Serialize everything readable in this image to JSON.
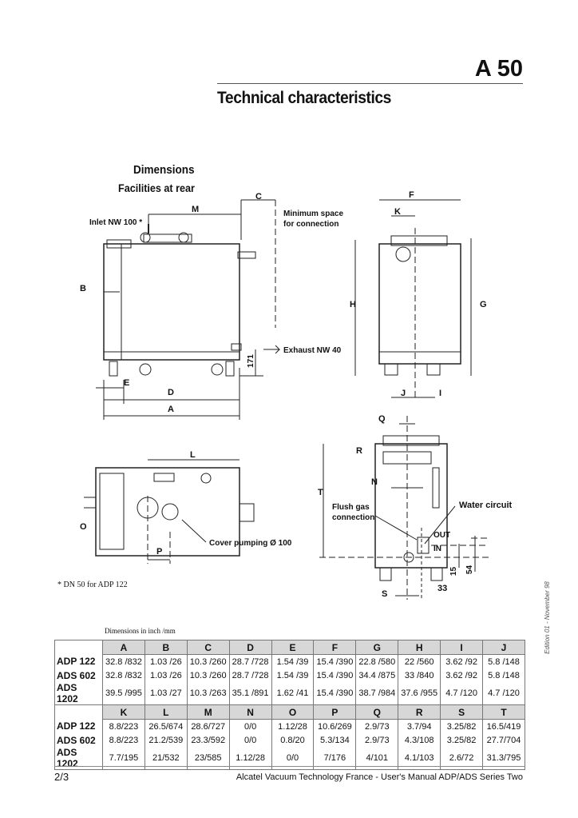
{
  "header": {
    "model": "A 50",
    "title": "Technical characteristics"
  },
  "section": {
    "heading": "Dimensions",
    "subheading": "Facilities at rear"
  },
  "diagram": {
    "callouts": {
      "inlet": "Inlet NW 100 *",
      "min_space_1": "Minimum space",
      "min_space_2": "for connection",
      "exhaust": "Exhaust NW 40",
      "cover": "Cover pumping Ø 100",
      "flush_1": "Flush gas",
      "flush_2": "connection",
      "water": "Water circuit",
      "out": "OUT",
      "in": "IN",
      "d15": "15",
      "d54": "54",
      "d33": "33",
      "d171": "171"
    },
    "letters": {
      "A": "A",
      "B": "B",
      "C": "C",
      "D": "D",
      "E": "E",
      "F": "F",
      "G": "G",
      "H": "H",
      "I": "I",
      "J": "J",
      "K": "K",
      "L": "L",
      "M": "M",
      "N": "N",
      "O": "O",
      "P": "P",
      "Q": "Q",
      "R": "R",
      "S": "S",
      "T": "T"
    }
  },
  "note": "* DN 50 for ADP 122",
  "table": {
    "caption": "Dimensions in inch /mm",
    "header1": [
      "A",
      "B",
      "C",
      "D",
      "E",
      "F",
      "G",
      "H",
      "I",
      "J"
    ],
    "rows1": [
      {
        "model": "ADP 122",
        "values": [
          "32.8 /832",
          "1.03 /26",
          "10.3 /260",
          "28.7 /728",
          "1.54 /39",
          "15.4 /390",
          "22.8 /580",
          "22 /560",
          "3.62 /92",
          "5.8 /148"
        ]
      },
      {
        "model": "ADS 602",
        "values": [
          "32.8 /832",
          "1.03 /26",
          "10.3 /260",
          "28.7 /728",
          "1.54 /39",
          "15.4 /390",
          "34.4 /875",
          "33 /840",
          "3.62 /92",
          "5.8 /148"
        ]
      },
      {
        "model": "ADS 1202",
        "values": [
          "39.5 /995",
          "1.03 /27",
          "10.3 /263",
          "35.1 /891",
          "1.62 /41",
          "15.4 /390",
          "38.7 /984",
          "37.6 /955",
          "4.7 /120",
          "4.7 /120"
        ]
      }
    ],
    "header2": [
      "K",
      "L",
      "M",
      "N",
      "O",
      "P",
      "Q",
      "R",
      "S",
      "T"
    ],
    "rows2": [
      {
        "model": "ADP 122",
        "values": [
          "8.8/223",
          "26.5/674",
          "28.6/727",
          "0/0",
          "1.12/28",
          "10.6/269",
          "2.9/73",
          "3.7/94",
          "3.25/82",
          "16.5/419"
        ]
      },
      {
        "model": "ADS 602",
        "values": [
          "8.8/223",
          "21.2/539",
          "23.3/592",
          "0/0",
          "0.8/20",
          "5.3/134",
          "2.9/73",
          "4.3/108",
          "3.25/82",
          "27.7/704"
        ]
      },
      {
        "model": "ADS 1202",
        "values": [
          "7.7/195",
          "21/532",
          "23/585",
          "1.12/28",
          "0/0",
          "7/176",
          "4/101",
          "4.1/103",
          "2.6/72",
          "31.3/795"
        ]
      }
    ]
  },
  "edition": "Edition 01 - November 98",
  "footer": {
    "page": "2/3",
    "text": "Alcatel Vacuum Technology France - User's Manual ADP/ADS Series Two"
  }
}
